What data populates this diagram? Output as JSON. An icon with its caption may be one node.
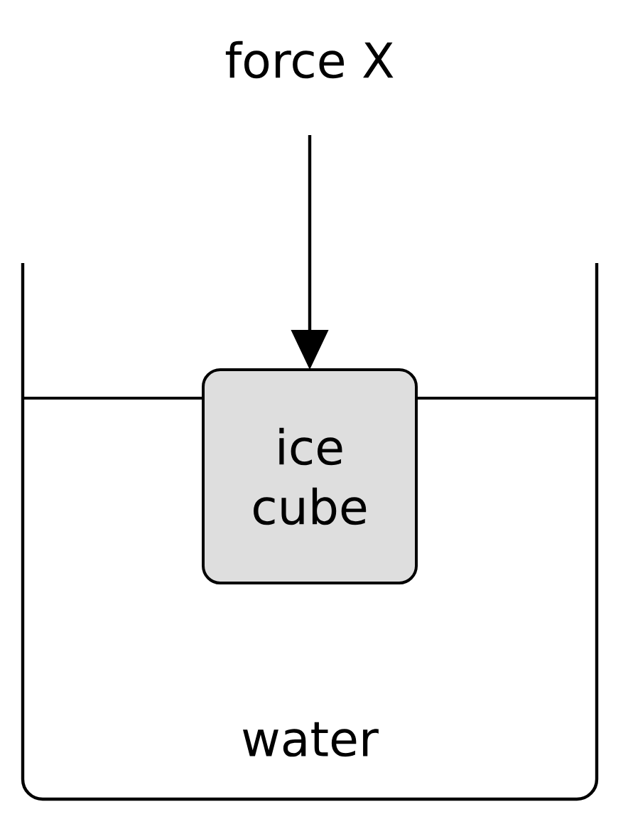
{
  "diagram": {
    "nodes": [
      {
        "text": [
          "ice cube"
        ]
      }
    ],
    "labels": [
      "force X",
      "water"
    ]
  }
}
